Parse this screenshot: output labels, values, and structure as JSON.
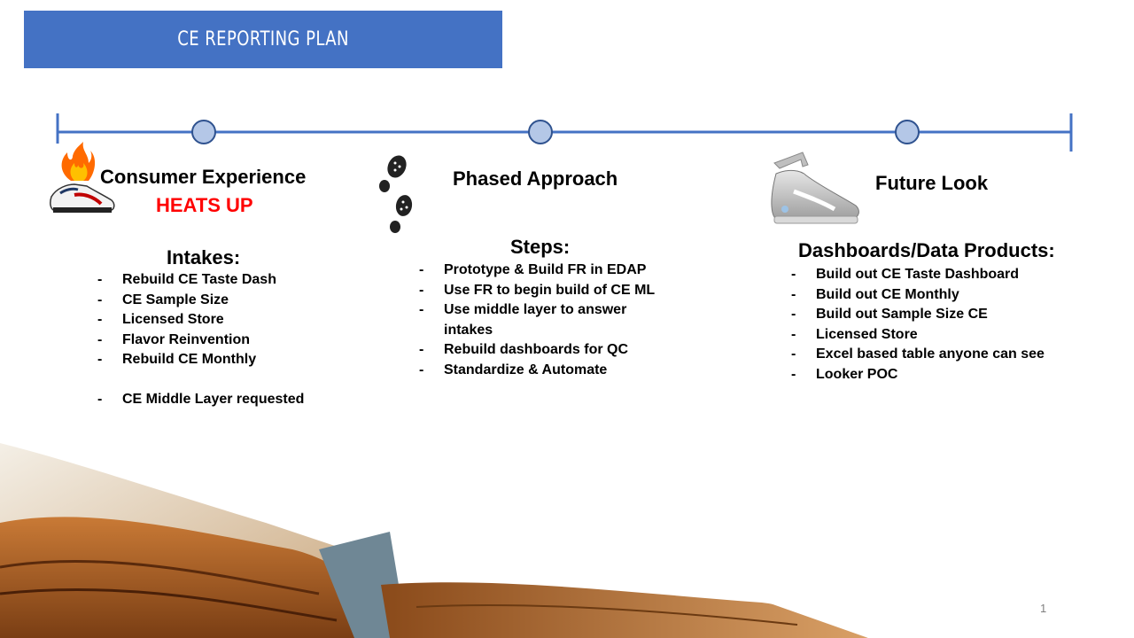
{
  "header": {
    "title": "CE REPORTING PLAN"
  },
  "sections": [
    {
      "title": "Consumer Experience",
      "highlight": "HEATS UP",
      "list_title": "Intakes:",
      "items": [
        "Rebuild CE Taste Dash",
        "CE Sample Size",
        "Licensed Store",
        "Flavor Reinvention",
        "Rebuild CE Monthly",
        "CE Middle Layer requested"
      ]
    },
    {
      "title": "Phased Approach",
      "list_title": "Steps:",
      "items": [
        "Prototype & Build FR in EDAP",
        "Use FR to begin build of CE ML",
        "Use middle layer to answer intakes",
        "Rebuild dashboards for QC",
        "Standardize & Automate"
      ]
    },
    {
      "title": "Future Look",
      "list_title": "Dashboards/Data Products:",
      "items": [
        "Build out CE Taste Dashboard",
        "Build out CE Monthly",
        "Build out Sample Size CE",
        "Licensed Store",
        "Excel based table anyone can see",
        "Looker POC"
      ]
    }
  ],
  "page_number": "1",
  "colors": {
    "title_bar": "#4472C4",
    "timeline": "#4472C4",
    "milestone_fill": "#B4C7E7",
    "highlight": "#FF0000"
  },
  "icons": [
    "flaming-shoe-icon",
    "footprints-icon",
    "futuristic-shoe-icon",
    "open-book-image"
  ]
}
